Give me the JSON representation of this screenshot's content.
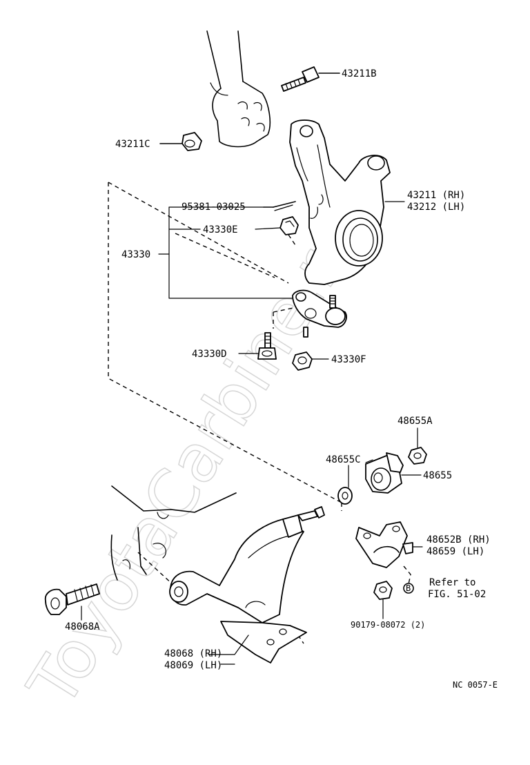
{
  "watermark": "ToyotaCarbine.ru",
  "diagram_code": "NC  0057-E",
  "labels": {
    "p43211B": "43211B",
    "p43211C": "43211C",
    "p95381": "95381-03025",
    "p43330E": "43330E",
    "p43330": "43330",
    "p43211rh": "43211 (RH)",
    "p43212lh": "43212 (LH)",
    "p43330D": "43330D",
    "p43330F": "43330F",
    "p48655A": "48655A",
    "p48655C": "48655C",
    "p48655": "48655",
    "p48652B": "48652B (RH)",
    "p48659": "48659   (LH)",
    "refer1": "Refer  to",
    "refer2": "FIG. 51-02",
    "refer_badge": "B",
    "p90179": "90179-08072 (2)",
    "p48068A": "48068A",
    "p48068": "48068 (RH)",
    "p48069": "48069 (LH)"
  }
}
